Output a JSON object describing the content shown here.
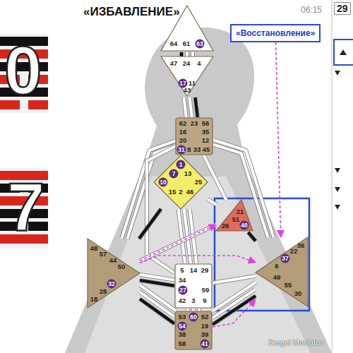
{
  "diagram": {
    "title": "«ИЗБАВЛЕНИЕ»",
    "nodes": [
      {
        "text": [
          "64",
          "61",
          "63"
        ]
      },
      {
        "text": [
          "«Восстановление»"
        ]
      },
      {
        "text": [
          "47",
          "24",
          "4",
          "17",
          "11",
          "43"
        ]
      },
      {
        "text": [
          "62",
          "23",
          "56",
          "16",
          "35",
          "20",
          "12",
          "31",
          "8",
          "33",
          "45"
        ]
      },
      {
        "text": [
          "1",
          "7",
          "13",
          "10",
          "25",
          "15",
          "2",
          "46"
        ]
      },
      {
        "text": [
          "21",
          "51",
          "26",
          "40"
        ]
      },
      {
        "text": [
          "48",
          "57",
          "44",
          "50",
          "32",
          "28",
          "18"
        ]
      },
      {
        "text": [
          "36",
          "22",
          "37",
          "6",
          "49",
          "55",
          "30"
        ]
      },
      {
        "text": [
          "5",
          "14",
          "29",
          "34",
          "27",
          "59",
          "42",
          "3",
          "9"
        ]
      },
      {
        "text": [
          "53",
          "60",
          "52",
          "54",
          "19",
          "38",
          "39",
          "58",
          "41"
        ]
      }
    ],
    "edges": [
      {
        "from": 0,
        "to": 2,
        "arrow": "none"
      },
      {
        "from": 0,
        "to": 2,
        "arrow": "none"
      },
      {
        "from": 0,
        "to": 2,
        "arrow": "none"
      },
      {
        "from": 2,
        "to": 3,
        "arrow": "none"
      },
      {
        "from": 2,
        "to": 3,
        "arrow": "none"
      },
      {
        "from": 2,
        "to": 3,
        "arrow": "none"
      },
      {
        "from": 3,
        "to": 4,
        "arrow": "none"
      },
      {
        "from": 3,
        "to": 4,
        "arrow": "none"
      },
      {
        "from": 3,
        "to": 4,
        "arrow": "none"
      },
      {
        "from": 3,
        "to": 6,
        "arrow": "none"
      },
      {
        "from": 3,
        "to": 6,
        "arrow": "none"
      },
      {
        "from": 3,
        "to": 7,
        "arrow": "none"
      },
      {
        "from": 3,
        "to": 7,
        "arrow": "none"
      },
      {
        "from": 3,
        "to": 5,
        "arrow": "none"
      },
      {
        "from": 3,
        "to": 8,
        "arrow": "none"
      },
      {
        "from": 4,
        "to": 5,
        "arrow": "none"
      },
      {
        "from": 4,
        "to": 8,
        "arrow": "none"
      },
      {
        "from": 4,
        "to": 8,
        "arrow": "none"
      },
      {
        "from": 4,
        "to": 8,
        "arrow": "none"
      },
      {
        "from": 4,
        "to": 6,
        "arrow": "none"
      },
      {
        "from": 5,
        "to": 6,
        "arrow": "none"
      },
      {
        "from": 5,
        "to": 7,
        "arrow": "none"
      },
      {
        "from": 8,
        "to": 6,
        "arrow": "none"
      },
      {
        "from": 8,
        "to": 6,
        "arrow": "none"
      },
      {
        "from": 8,
        "to": 7,
        "arrow": "none"
      },
      {
        "from": 8,
        "to": 9,
        "arrow": "none"
      },
      {
        "from": 8,
        "to": 9,
        "arrow": "none"
      },
      {
        "from": 8,
        "to": 9,
        "arrow": "none"
      },
      {
        "from": 9,
        "to": 6,
        "arrow": "none"
      },
      {
        "from": 9,
        "to": 6,
        "arrow": "none"
      },
      {
        "from": 9,
        "to": 6,
        "arrow": "none"
      },
      {
        "from": 9,
        "to": 7,
        "arrow": "none"
      },
      {
        "from": 9,
        "to": 7,
        "arrow": "none"
      },
      {
        "from": 9,
        "to": 7,
        "arrow": "none"
      },
      {
        "from": 1,
        "to": 7,
        "arrow": "to"
      },
      {
        "from": 6,
        "to": 5,
        "arrow": "to"
      },
      {
        "from": 6,
        "to": 7,
        "arrow": "to"
      },
      {
        "from": 9,
        "to": 7,
        "arrow": "to"
      }
    ],
    "labels": [
      "0",
      "7",
      "06:15",
      "29",
      "Sergei Mavlatov"
    ]
  }
}
